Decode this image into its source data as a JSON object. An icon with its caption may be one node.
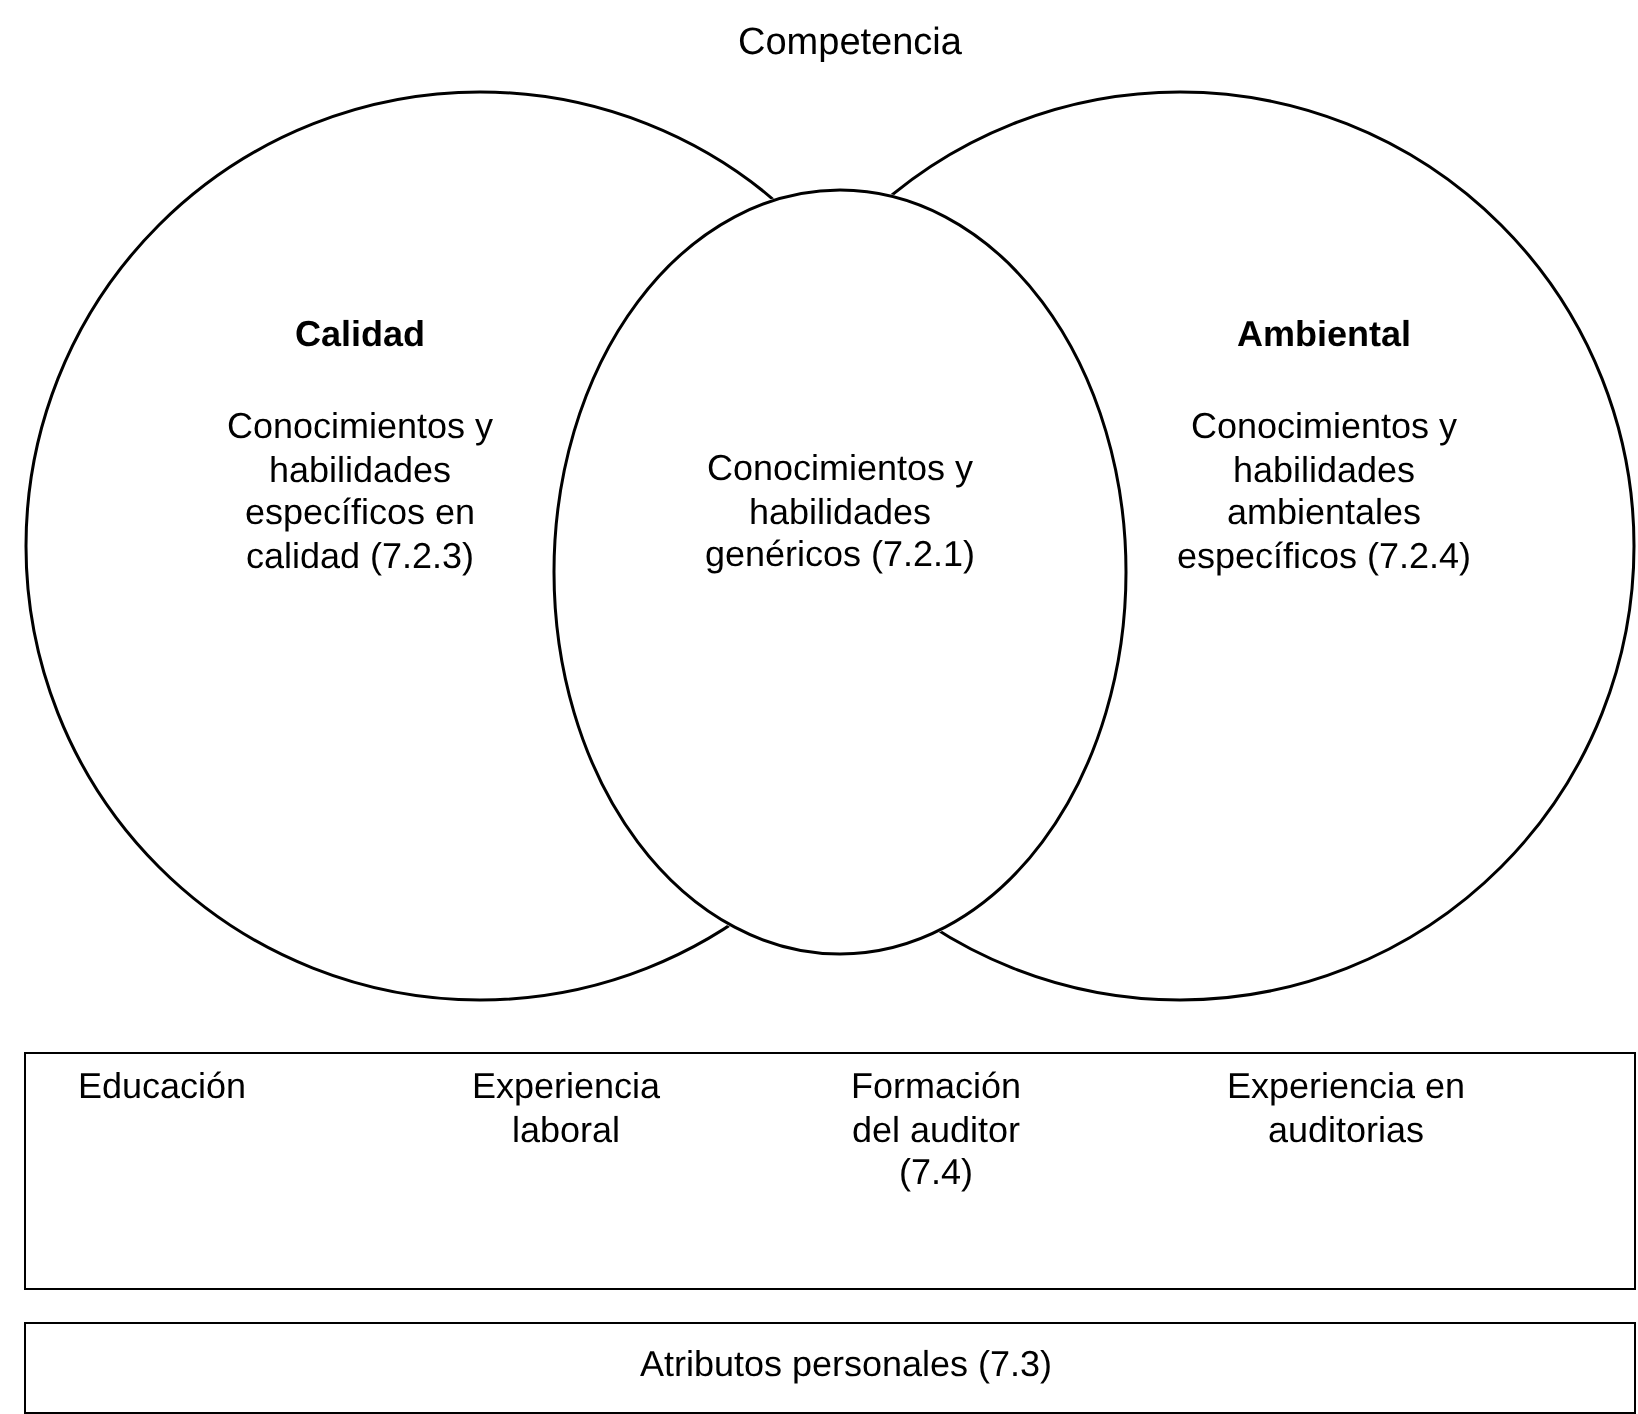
{
  "diagram": {
    "title": "Competencia",
    "nodes": [
      {
        "text": [
          "Calidad",
          "Conocimientos y habilidades específicos en calidad (7.2.3)"
        ]
      },
      {
        "text": [
          "Conocimientos y habilidades genéricos (7.2.1)"
        ]
      },
      {
        "text": [
          "Ambiental",
          "Conocimientos y habilidades ambientales específicos (7.2.4)"
        ]
      },
      {
        "text": [
          "Educación",
          "Experiencia laboral",
          "Formación del auditor (7.4)",
          "Experiencia en auditorias"
        ]
      },
      {
        "text": [
          "Atributos personales (7.3)"
        ]
      }
    ]
  }
}
